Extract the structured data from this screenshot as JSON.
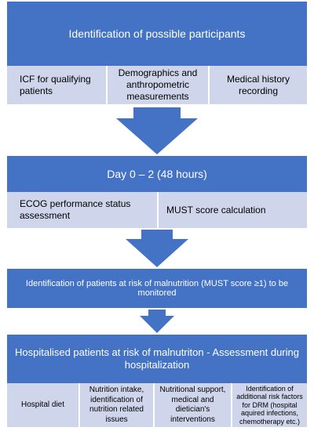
{
  "stage1": {
    "header": "Identification of possible participants",
    "boxes": [
      "ICF for qualifying patients",
      "Demographics and anthropometric measurements",
      "Medical history recording"
    ]
  },
  "stage2": {
    "header": "Day 0 – 2  (48 hours)",
    "boxes": [
      "ECOG performance status assessment",
      "MUST score calculation"
    ]
  },
  "stage3": {
    "header": "Identification of patients at risk of malnutrition (MUST score ≥1) to be monitored"
  },
  "stage4": {
    "header": "Hospitalised patients  at risk of malnutriton - Assessment during hospitalization",
    "boxes": [
      "Hospital diet",
      "Nutrition intake, identification of nutrition related issues",
      "Nutritional support, medical and dietician's interventions",
      "Identification of additional risk factors for DRM (hospital aquired infections, chemotherapy etc.)"
    ]
  },
  "colors": {
    "header": "#4472c4",
    "box": "#cfd5ea",
    "arrow": "#4472c4"
  },
  "icons": [
    "down-arrow-icon",
    "down-arrow-icon",
    "down-arrow-icon"
  ]
}
